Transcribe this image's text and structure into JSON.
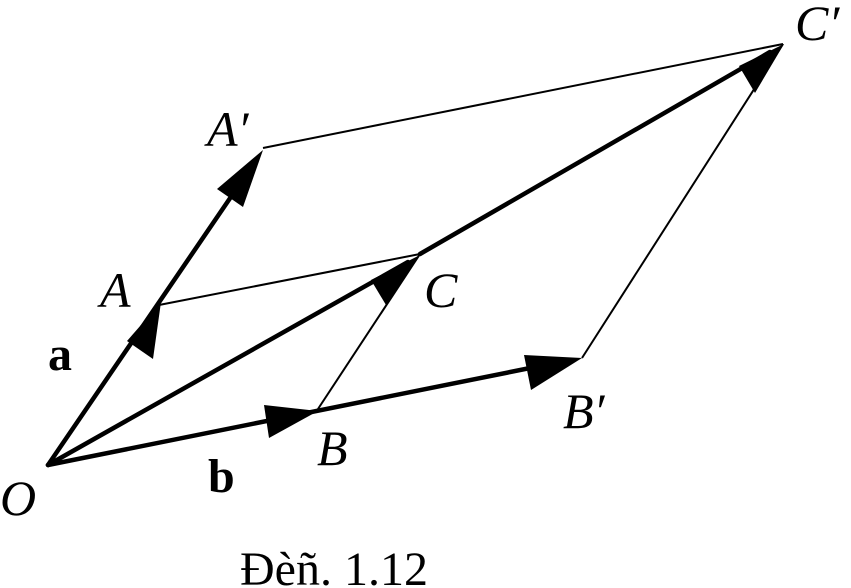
{
  "figure": {
    "caption": "Đèñ. 1.12",
    "points": {
      "O": "O",
      "A": "A",
      "A_prime": "A′",
      "B": "B",
      "B_prime": "B′",
      "C": "C",
      "C_prime": "C′"
    },
    "vectors": {
      "a": "a",
      "b": "b"
    }
  }
}
